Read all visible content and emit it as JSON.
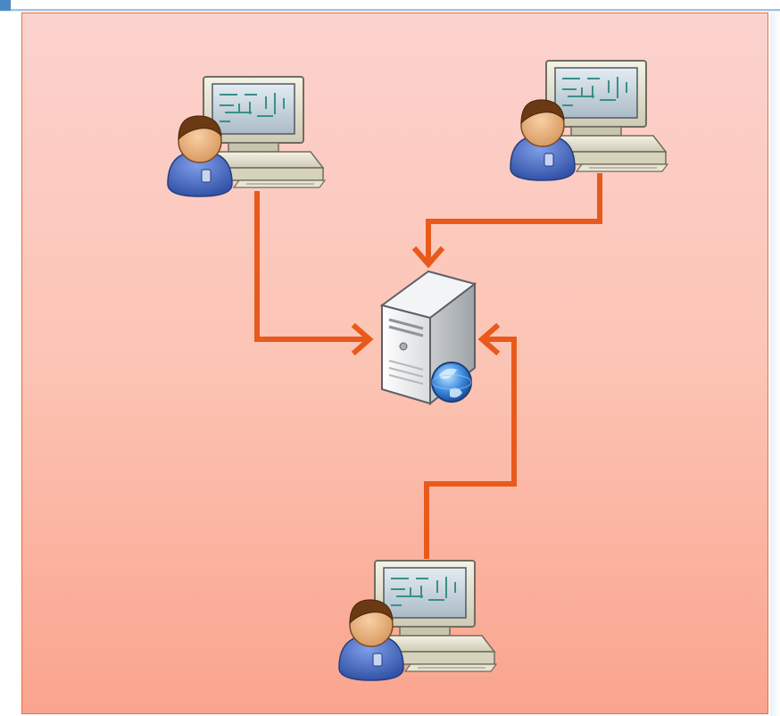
{
  "diagram": {
    "nodes": [
      {
        "id": "workstation-top-left",
        "kind": "user-workstation"
      },
      {
        "id": "workstation-top-right",
        "kind": "user-workstation"
      },
      {
        "id": "workstation-bottom",
        "kind": "user-workstation"
      },
      {
        "id": "web-server",
        "kind": "server-with-globe"
      }
    ],
    "connections": [
      {
        "from": "workstation-top-left",
        "to": "web-server"
      },
      {
        "from": "workstation-top-right",
        "to": "web-server"
      },
      {
        "from": "workstation-bottom",
        "to": "web-server"
      }
    ]
  },
  "colors": {
    "arrow": "#e85a1c",
    "panel_border": "#e2733f",
    "panel_top": "#fcd2ce",
    "panel_bottom": "#faa48e",
    "accent_blue": "#4a88c4"
  },
  "icons": [
    "monitor-icon",
    "user-icon",
    "keyboard-icon",
    "server-icon",
    "globe-icon",
    "arrow-icon"
  ]
}
